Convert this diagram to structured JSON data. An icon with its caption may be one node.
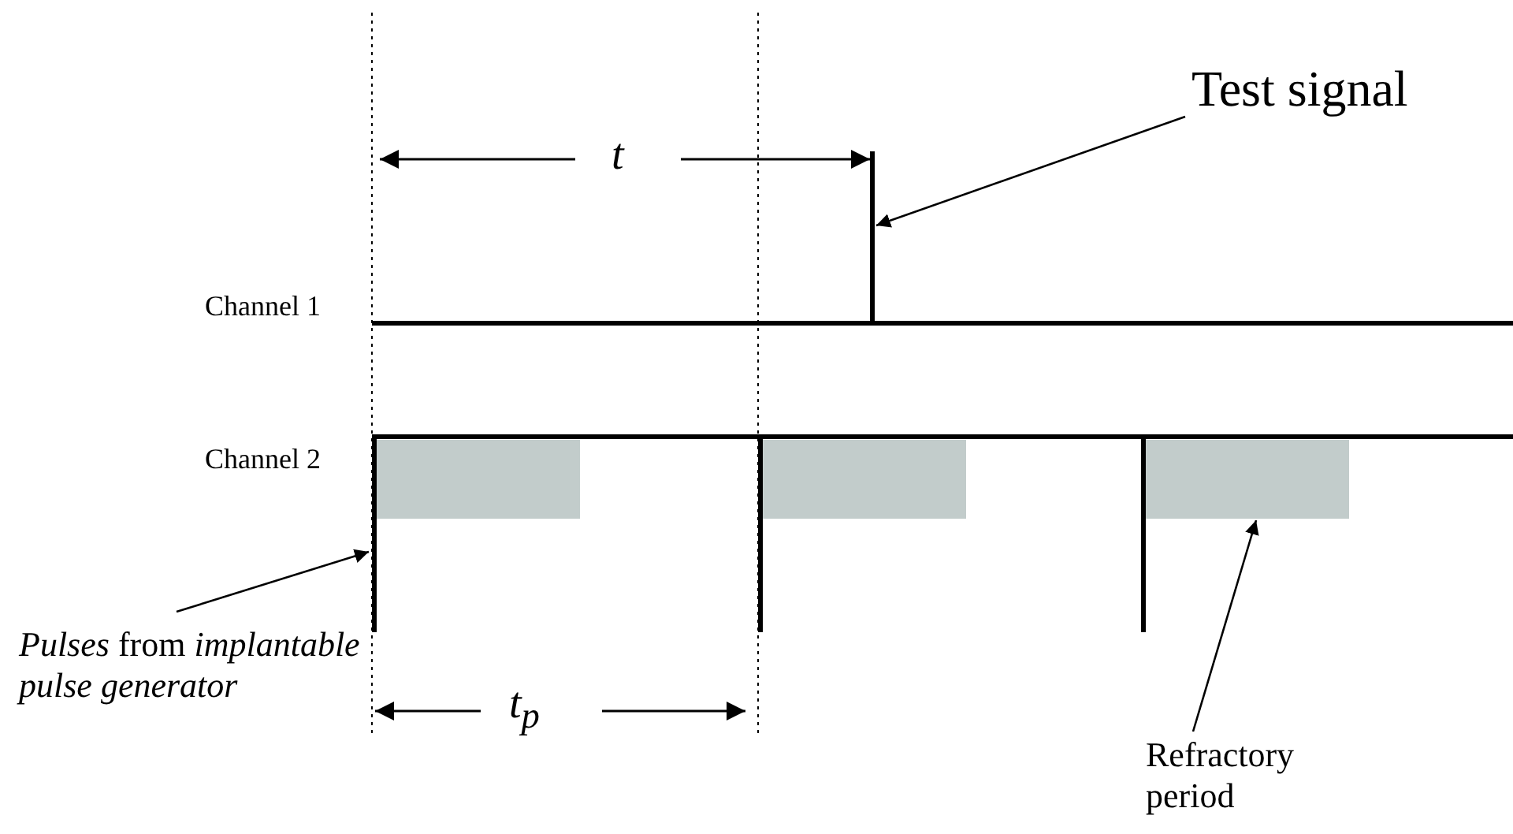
{
  "diagram": {
    "nodes": [
      {
        "text": [
          "Test signal"
        ]
      },
      {
        "text": [],
        "shape": "bar"
      },
      {
        "text": [],
        "shape": "bar"
      },
      {
        "text": [],
        "shape": "box"
      },
      {
        "text": [],
        "shape": "bar"
      },
      {
        "text": [],
        "shape": "box"
      },
      {
        "text": [],
        "shape": "bar"
      },
      {
        "text": [],
        "shape": "box"
      },
      {
        "text": [
          "*Pulses* from *implantable pulse generator*"
        ]
      },
      {
        "text": [
          "Refractory period"
        ]
      }
    ],
    "edges": [
      {
        "from": 0,
        "to": 1,
        "arrow": "to"
      },
      {
        "from": 8,
        "to": 2,
        "arrow": "to"
      },
      {
        "from": 9,
        "to": 7,
        "arrow": "to"
      }
    ],
    "labels": [
      "t",
      "Channel 1",
      "Channel 2",
      "t$_{p}$"
    ]
  }
}
